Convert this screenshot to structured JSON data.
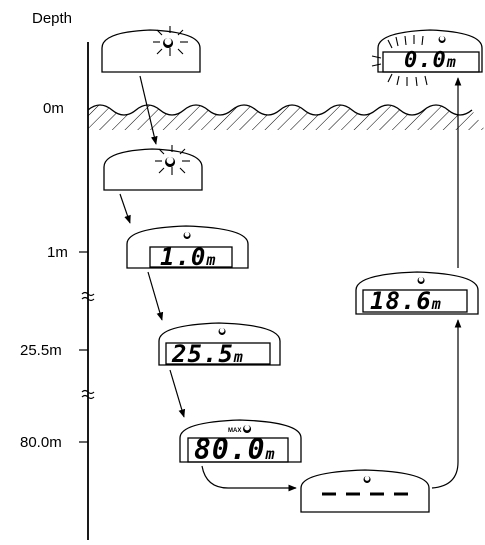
{
  "axis": {
    "title": "Depth",
    "ticks": [
      "0m",
      "1m",
      "25.5m",
      "80.0m"
    ]
  },
  "displays": {
    "surface_start": {
      "icon": "dive-mode-icon"
    },
    "submerging": {
      "icon": "dive-mode-icon"
    },
    "depth_1m": {
      "value": "1.0",
      "unit": "m"
    },
    "depth_25_5m": {
      "value": "25.5",
      "unit": "m"
    },
    "depth_80m": {
      "max_label": "MAX",
      "value": "80.0",
      "unit": "m"
    },
    "no_reading": {
      "value": "— — —"
    },
    "ascending": {
      "value": "18.6",
      "unit": "m"
    },
    "surfaced": {
      "value": "0.0",
      "unit": "m"
    }
  },
  "colors": {
    "ink": "#000000",
    "background": "#ffffff"
  }
}
